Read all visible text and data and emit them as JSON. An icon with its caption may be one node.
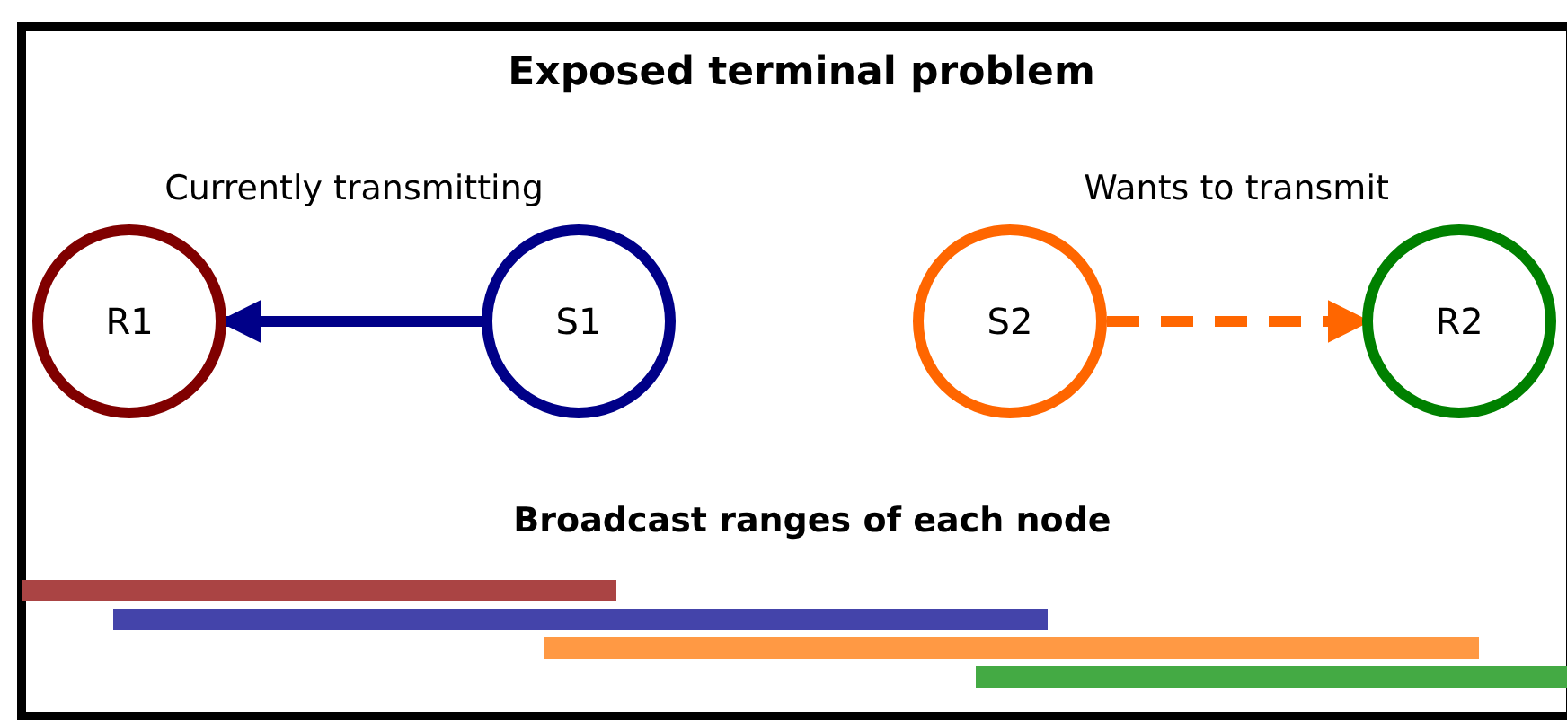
{
  "diagram": {
    "title": "Exposed terminal problem",
    "nodes": [
      {
        "text": [
          "R1"
        ]
      },
      {
        "text": [
          "S1"
        ]
      },
      {
        "text": [
          "S2"
        ]
      },
      {
        "text": [
          "R2"
        ]
      }
    ],
    "edges": [
      {
        "from": 1,
        "to": 0,
        "arrow": "to",
        "color": "#000088"
      },
      {
        "from": 2,
        "to": 3,
        "arrow": "to",
        "style": "dashed",
        "color": "#ff6600"
      }
    ],
    "labels": [
      "Currently transmitting",
      "Wants to transmit",
      "Broadcast ranges of each node"
    ]
  }
}
